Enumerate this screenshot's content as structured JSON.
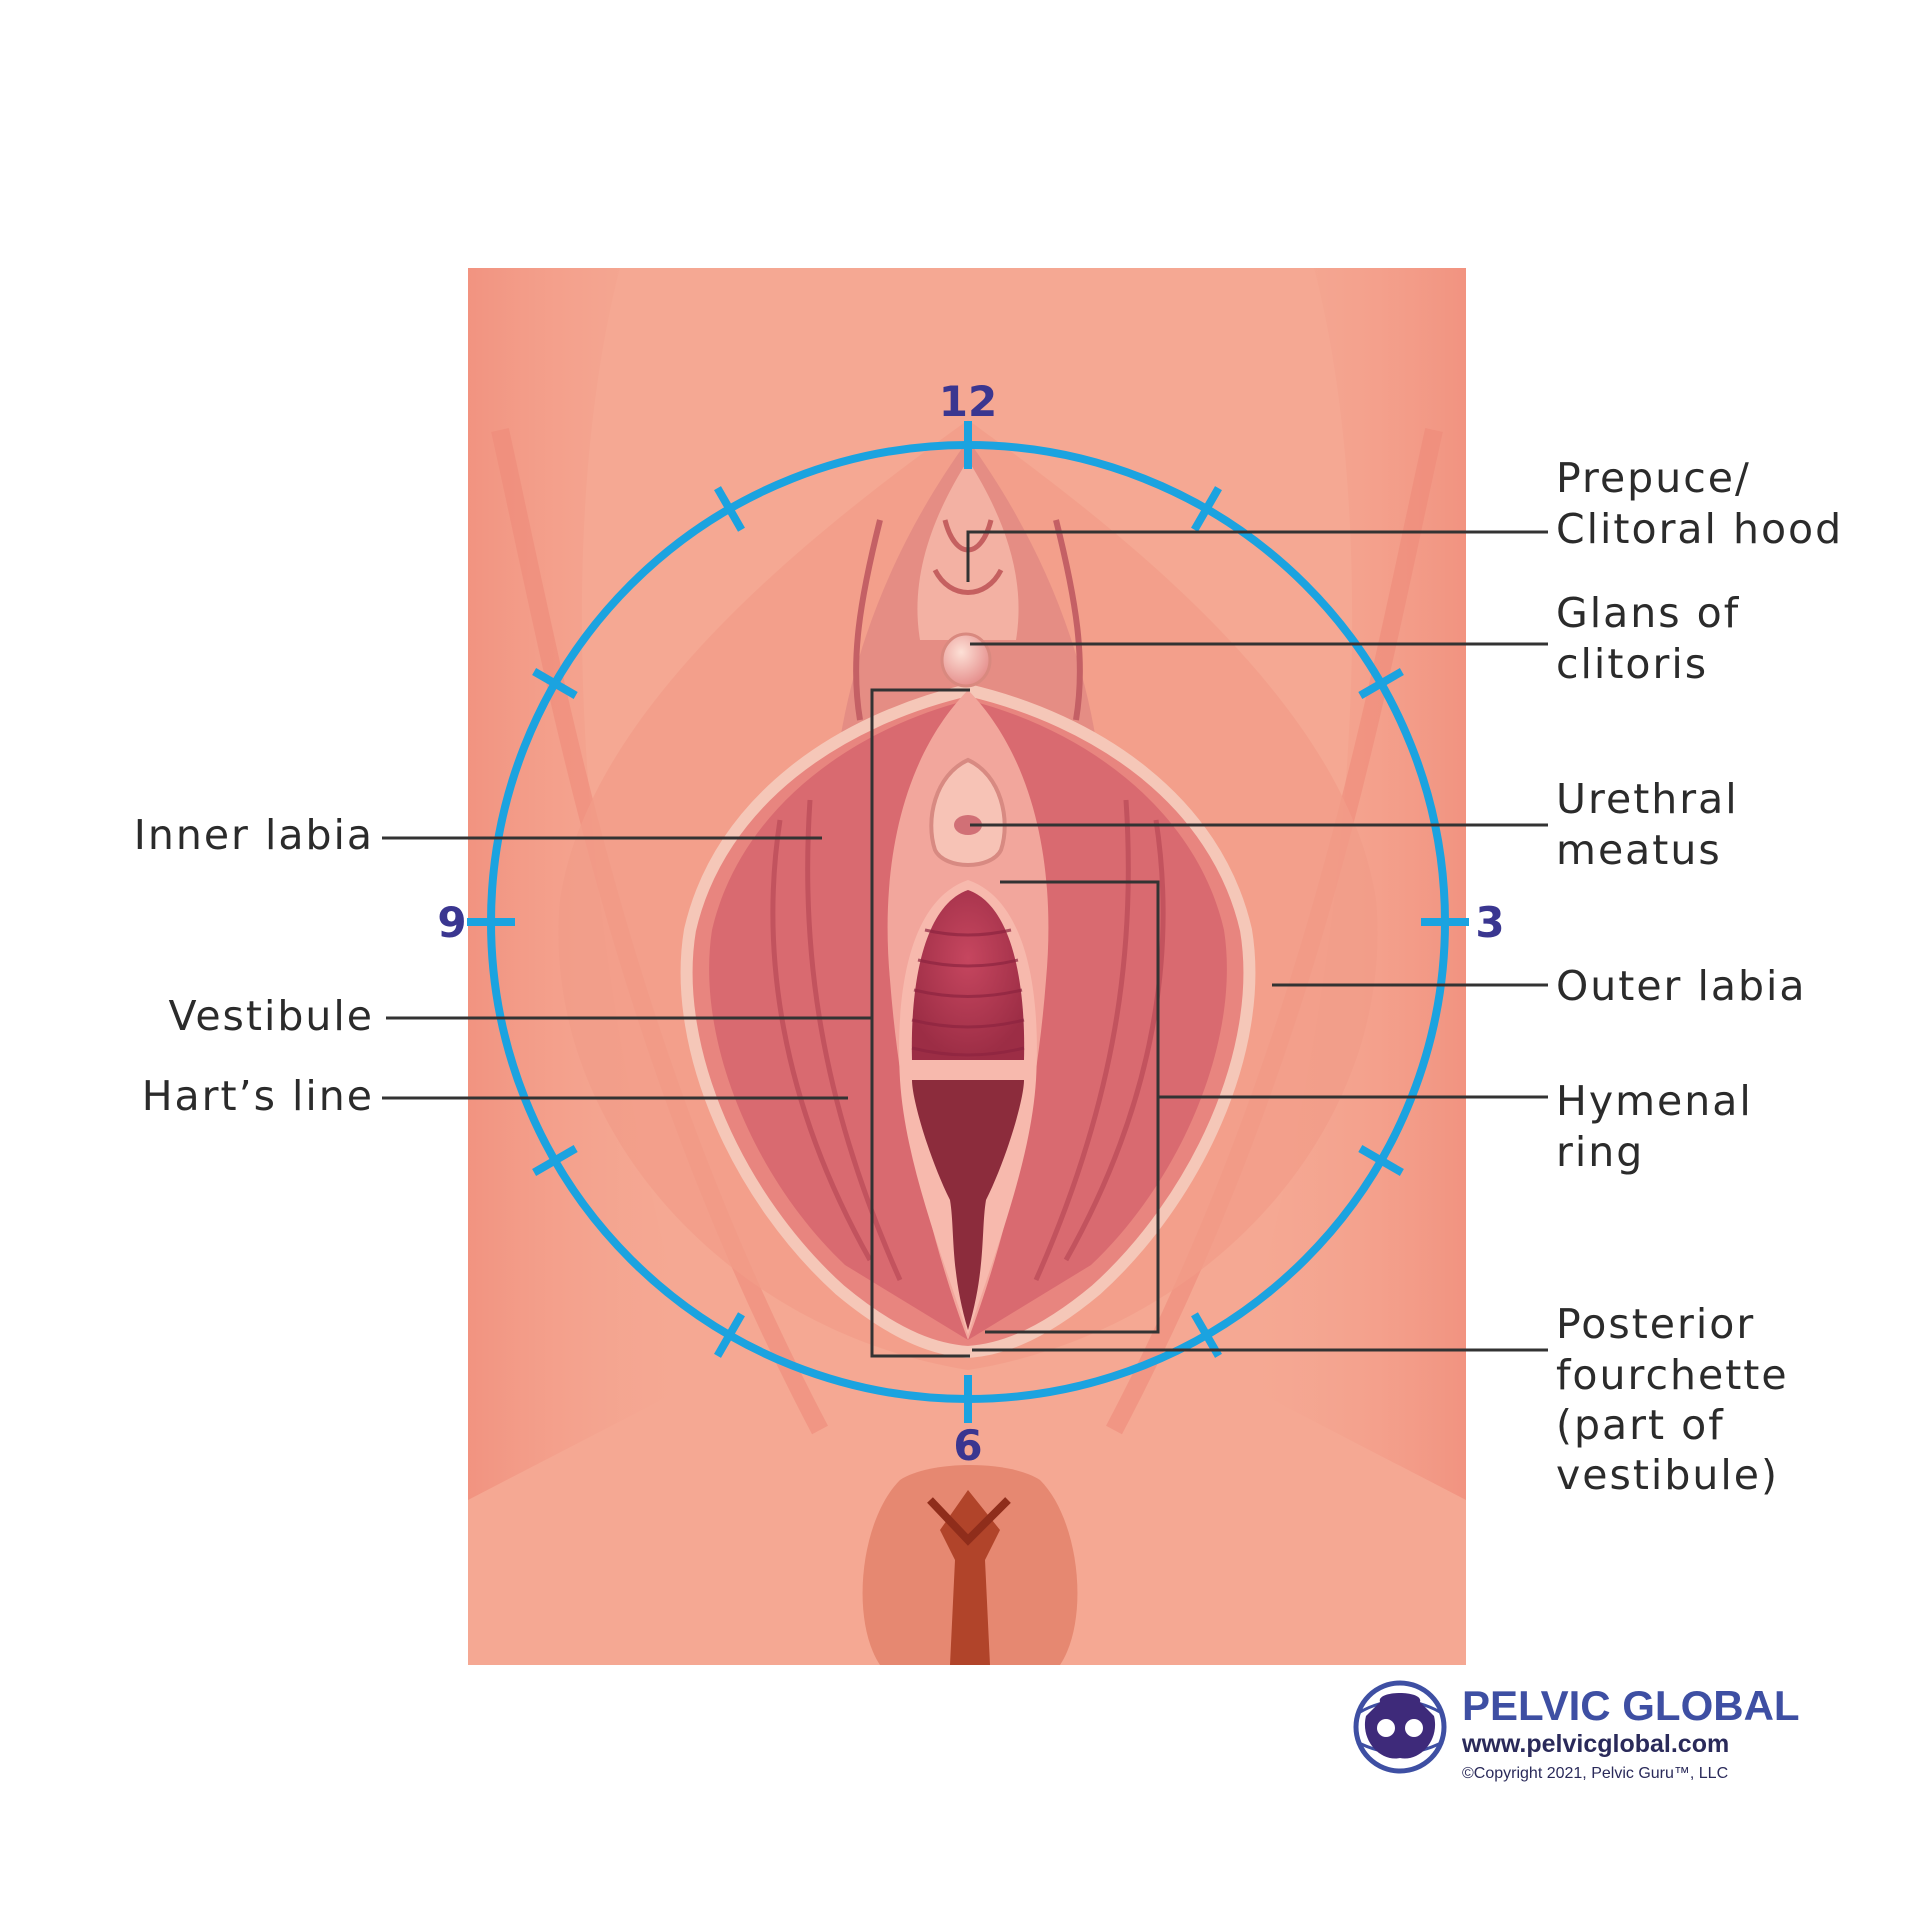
{
  "clock": {
    "top": "12",
    "right": "3",
    "bottom": "6",
    "left": "9"
  },
  "labels": {
    "prepuce_1": "Prepuce/",
    "prepuce_2": "Clitoral hood",
    "glans_1": "Glans of",
    "glans_2": "clitoris",
    "urethral_1": "Urethral",
    "urethral_2": "meatus",
    "outer_labia": "Outer labia",
    "hymenal_1": "Hymenal",
    "hymenal_2": "ring",
    "posterior_1": "Posterior",
    "posterior_2": "fourchette",
    "posterior_3": "(part of",
    "posterior_4": "vestibule)",
    "inner_labia": "Inner labia",
    "vestibule": "Vestibule",
    "harts_line": "Hart’s line"
  },
  "logo": {
    "name": "PELVIC GLOBAL",
    "url": "www.pelvicglobal.com",
    "copyright": "©Copyright 2021, Pelvic Guru™, LLC"
  },
  "colors": {
    "skin": "#f5a893",
    "tissue": "#e07d78",
    "circle": "#1ba3e0",
    "clock_numbers": "#3a3690",
    "leader": "#333333"
  }
}
